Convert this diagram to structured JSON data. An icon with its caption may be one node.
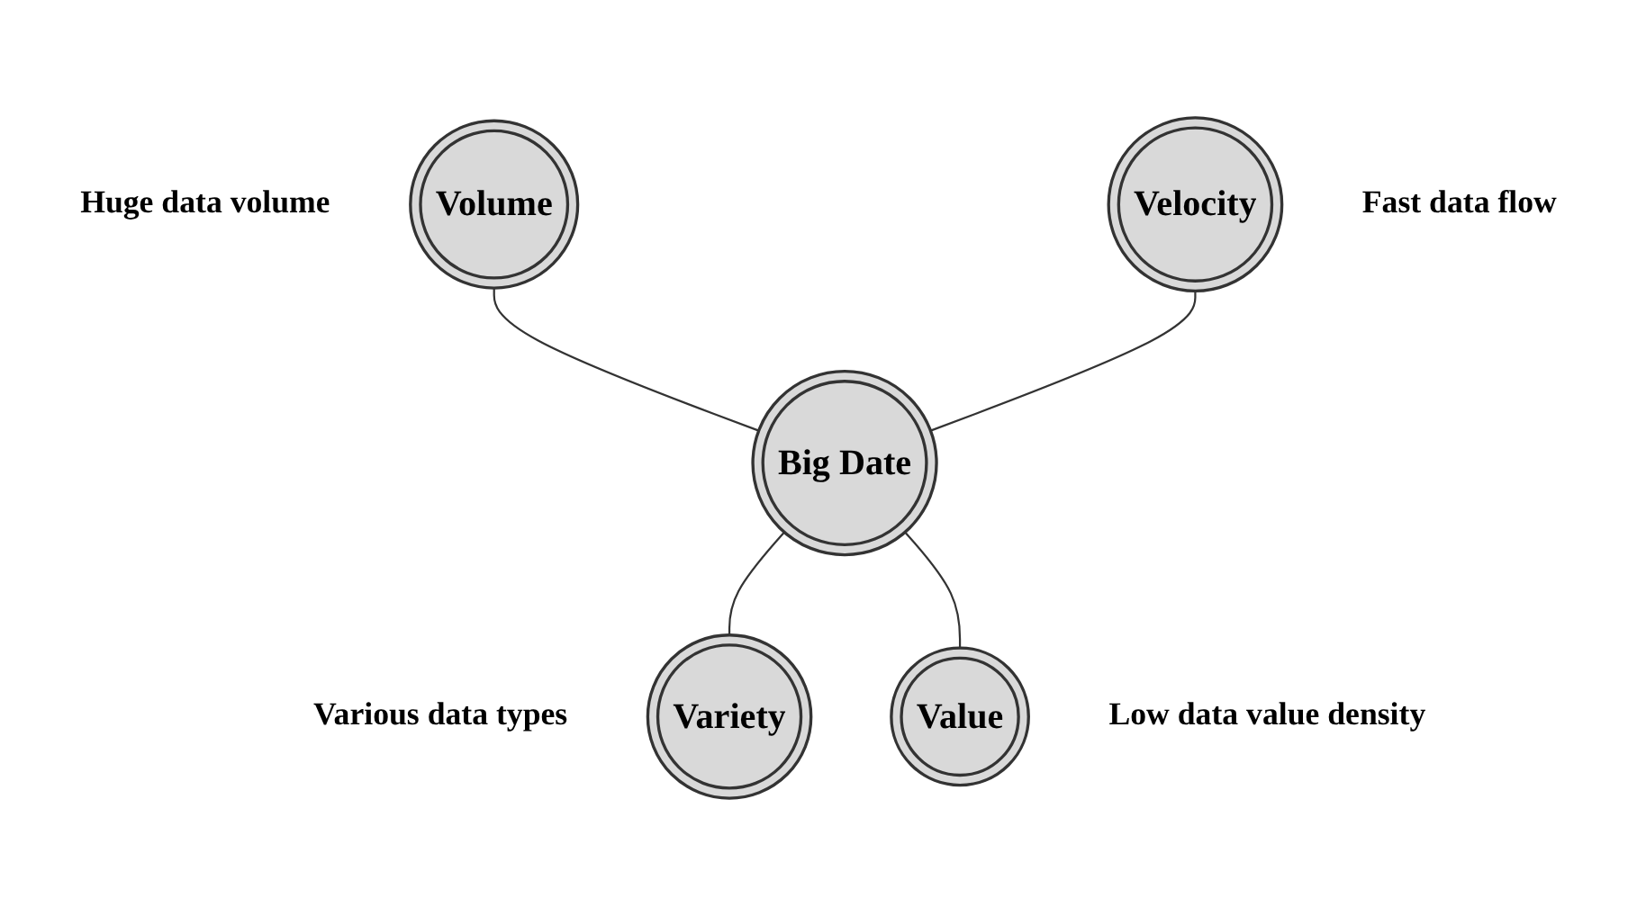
{
  "diagram": {
    "nodes": [
      {
        "text": [
          "Volume"
        ],
        "beside": [
          "Huge data volume"
        ]
      },
      {
        "text": [
          "Velocity"
        ],
        "beside": [
          "Fast data flow"
        ]
      },
      {
        "text": [
          "Big Date"
        ]
      },
      {
        "text": [
          "Variety"
        ],
        "beside": [
          "Various data types"
        ]
      },
      {
        "text": [
          "Value"
        ],
        "beside": [
          "Low data value density"
        ]
      }
    ],
    "edges": [
      {
        "from": 0,
        "to": 2,
        "arrow": "none"
      },
      {
        "from": 1,
        "to": 2,
        "arrow": "none"
      },
      {
        "from": 2,
        "to": 3,
        "arrow": "none"
      },
      {
        "from": 2,
        "to": 4,
        "arrow": "none"
      }
    ]
  }
}
